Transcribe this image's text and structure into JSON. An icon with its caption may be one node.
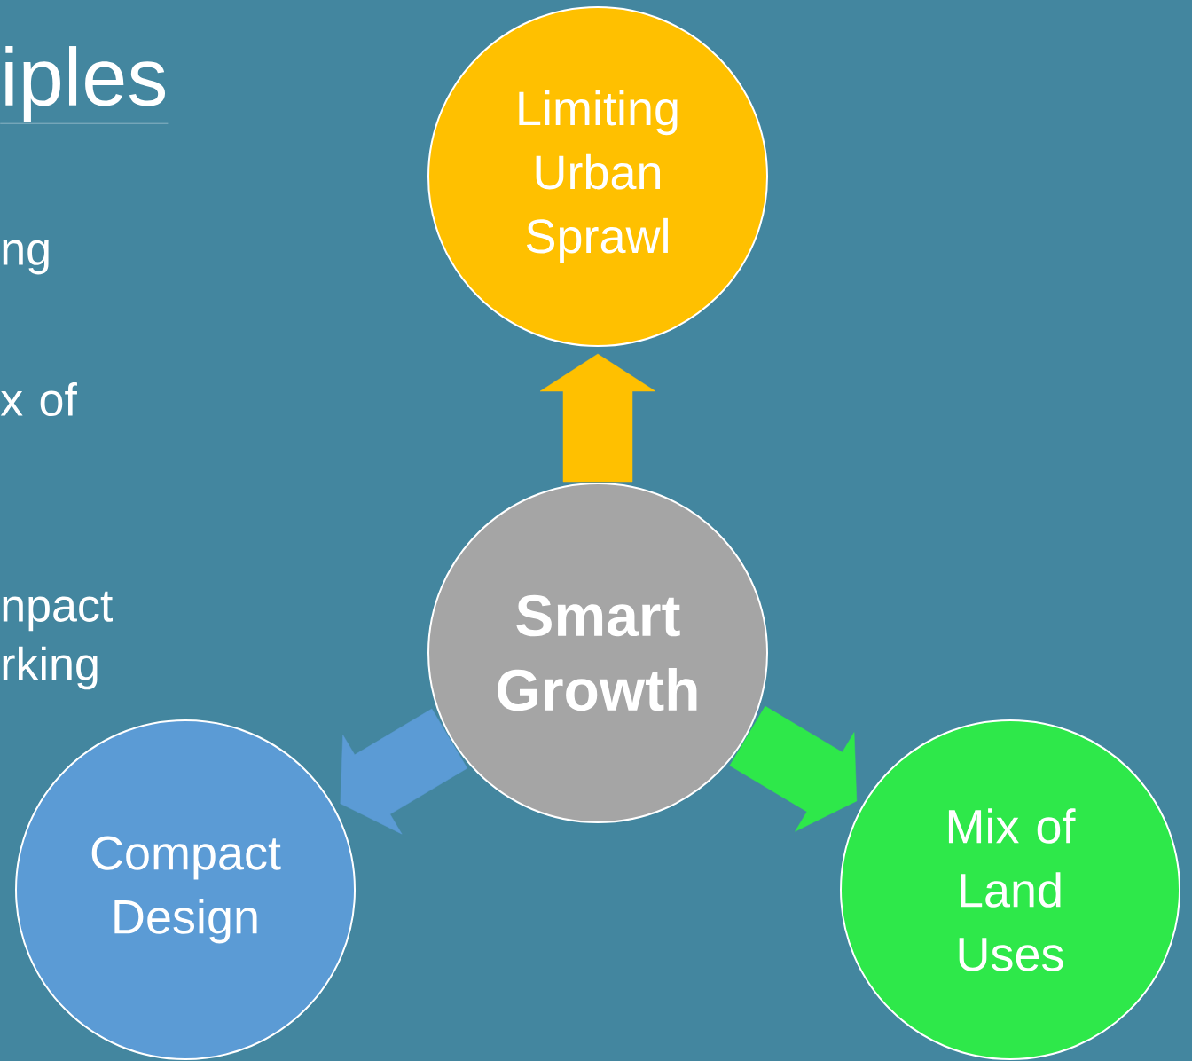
{
  "diagram": {
    "title": "iples",
    "nodes": [
      {
        "text": [
          "Limiting Urban Sprawl"
        ]
      },
      {
        "text": [
          "Smart Growth"
        ]
      },
      {
        "text": [
          "Compact Design"
        ]
      },
      {
        "text": [
          "Mix of Land Uses"
        ]
      }
    ],
    "edges": [
      {
        "from": 1,
        "to": 0,
        "arrow": "to",
        "color": "#ffc000"
      },
      {
        "from": 1,
        "to": 2,
        "arrow": "to",
        "color": "#5b9bd5"
      },
      {
        "from": 1,
        "to": 3,
        "arrow": "to",
        "color": "#2ee84a"
      }
    ],
    "labels": [
      "ng",
      "x of",
      "npact rking"
    ]
  }
}
